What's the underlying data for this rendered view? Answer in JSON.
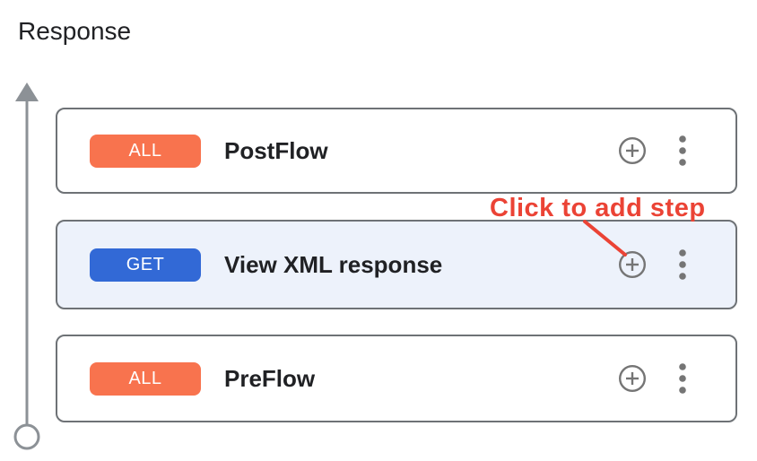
{
  "page": {
    "title": "Response"
  },
  "flow_list": {
    "cards": [
      {
        "method": "ALL",
        "name": "PostFlow",
        "selected": false
      },
      {
        "method": "GET",
        "name": "View XML response",
        "selected": true
      },
      {
        "method": "ALL",
        "name": "PreFlow",
        "selected": false
      }
    ]
  },
  "annotation": {
    "text": "Click to add step"
  },
  "icons": {
    "add_step": "plus-in-circle",
    "more_options": "vertical-kebab-dots",
    "flow_direction": "up-arrow-with-start-circle"
  },
  "colors": {
    "verb-all": "#F8734E",
    "verb-get": "#3269D6",
    "selected-card-bg": "#EDF2FB",
    "annotation-red": "#EB4335",
    "card-border": "#6E7276",
    "icon-gray": "#757575",
    "arrow-gray": "#8C9196",
    "text-primary": "#202124"
  }
}
